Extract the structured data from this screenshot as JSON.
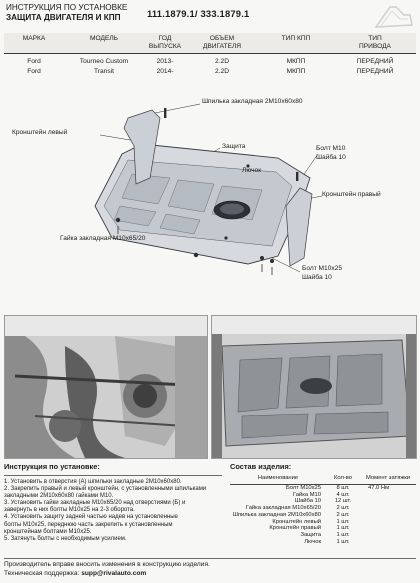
{
  "header": {
    "title_line1": "ИНСТРУКЦИЯ ПО УСТАНОВКЕ",
    "title_line2": "ЗАЩИТА ДВИГАТЕЛЯ И КПП",
    "part_numbers": "111.1879.1/ 333.1879.1"
  },
  "spec_table": {
    "headers": [
      "МАРКА",
      "МОДЕЛЬ",
      "ГОД ВЫПУСКА",
      "ОБЪЕМ ДВИГАТЕЛЯ",
      "ТИП КПП",
      "ТИП ПРИВОДА"
    ],
    "rows": [
      [
        "Ford",
        "Tourneo Custom",
        "2013-",
        "2.2D",
        "МКПП",
        "ПЕРЕДНИЙ"
      ],
      [
        "Ford",
        "Transit",
        "2014-",
        "2.2D",
        "МКПП",
        "ПЕРЕДНИЙ"
      ]
    ]
  },
  "callouts": {
    "stud": "Шпилька закладная 2М10х60х80",
    "bracket_left": "Кронштейн левый",
    "guard": "Защита",
    "hatch": "Лючок",
    "bolt_m10": "Болт М10",
    "washer_10a": "Шайба 10",
    "bracket_right": "Кронштейн правый",
    "nut": "Гайка закладная М10х65/20",
    "bolt_m10x25": "Болт М10х25",
    "washer_10b": "Шайба 10"
  },
  "instructions": {
    "title": "Инструкция по установке:",
    "steps": [
      "1. Установить в отверстия (А) шпильки закладные 2М10х60х80.",
      "2. Закрепить правый и левый кронштейн, с установленными шпильками",
      "закладными 2М10х60х80 гайками М10.",
      "3. Установить гайки закладные М10х65/20 над отверстиями (Б) и",
      "завернуть в них болты М10х25 на 2-3 оборота.",
      "4. Установить защиту задней частью надев на установленные",
      "болты М10х25, переднюю часть закрепить к установленным",
      "кронштейнам болтами М10х25.",
      "5. Затянуть болты с необходимым усилием."
    ]
  },
  "kit": {
    "title": "Состав изделия:",
    "headers": [
      "Наименование",
      "Кол-во",
      "Момент затяжки"
    ],
    "rows": [
      [
        "Болт М10х25",
        "8 шт.",
        "47.0 Нм"
      ],
      [
        "Гайка М10",
        "4 шт.",
        ""
      ],
      [
        "Шайба 10",
        "12 шт.",
        ""
      ],
      [
        "Гайка закладная М10х65/20",
        "2 шт.",
        ""
      ],
      [
        "Шпилька закладная 2М10х60х80",
        "2 шт.",
        ""
      ],
      [
        "Кронштейн левый",
        "1 шт.",
        ""
      ],
      [
        "Кронштейн правый",
        "1 шт.",
        ""
      ],
      [
        "Защита",
        "1 шт.",
        ""
      ],
      [
        "Лючок",
        "1 шт.",
        ""
      ]
    ]
  },
  "footer": {
    "line1": "Производитель вправе вносить изменения в конструкцию изделия.",
    "support_label": "Техническая поддержка:",
    "support_email": "supp@rivalauto.com"
  }
}
